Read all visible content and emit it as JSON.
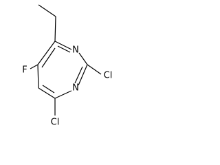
{
  "molecule": {
    "atoms": {
      "n_top": "N",
      "n_bottom": "N",
      "f": "F",
      "cl_right": "Cl",
      "cl_bottom": "Cl"
    }
  },
  "colors": {
    "bond": "#000000",
    "label": "#000000",
    "background": "#ffffff"
  }
}
